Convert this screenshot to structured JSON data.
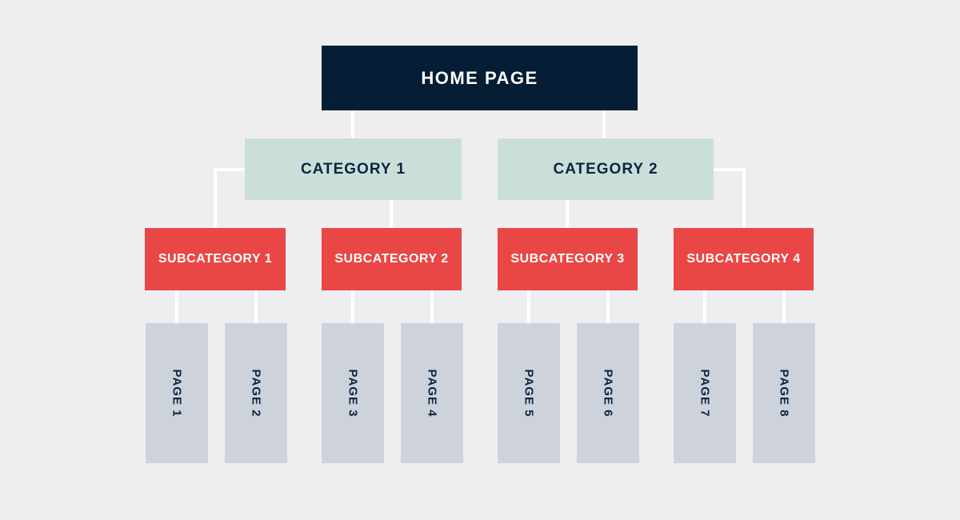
{
  "diagram": {
    "type": "sitemap-flowchart",
    "home": {
      "label": "HOME PAGE"
    },
    "categories": [
      {
        "label": "CATEGORY 1",
        "parent": "HOME PAGE"
      },
      {
        "label": "CATEGORY 2",
        "parent": "HOME PAGE"
      }
    ],
    "subcategories": [
      {
        "label": "SUBCATEGORY 1",
        "parent": "CATEGORY 1"
      },
      {
        "label": "SUBCATEGORY 2",
        "parent": "CATEGORY 1"
      },
      {
        "label": "SUBCATEGORY 3",
        "parent": "CATEGORY 2"
      },
      {
        "label": "SUBCATEGORY 4",
        "parent": "CATEGORY 2"
      }
    ],
    "pages": [
      {
        "label": "PAGE 1",
        "parent": "SUBCATEGORY 1"
      },
      {
        "label": "PAGE 2",
        "parent": "SUBCATEGORY 1"
      },
      {
        "label": "PAGE 3",
        "parent": "SUBCATEGORY 2"
      },
      {
        "label": "PAGE 4",
        "parent": "SUBCATEGORY 2"
      },
      {
        "label": "PAGE 5",
        "parent": "SUBCATEGORY 3"
      },
      {
        "label": "PAGE 6",
        "parent": "SUBCATEGORY 3"
      },
      {
        "label": "PAGE 7",
        "parent": "SUBCATEGORY 4"
      },
      {
        "label": "PAGE 8",
        "parent": "SUBCATEGORY 4"
      }
    ]
  },
  "colors": {
    "background": "#eeeef0",
    "home_box": "#051d35",
    "category_box": "#cbdfda",
    "subcategory_box": "#e94745",
    "page_box": "#cdd2db",
    "connector": "#ffffff",
    "dark_text": "#0e2440",
    "light_text": "#ffffff"
  }
}
